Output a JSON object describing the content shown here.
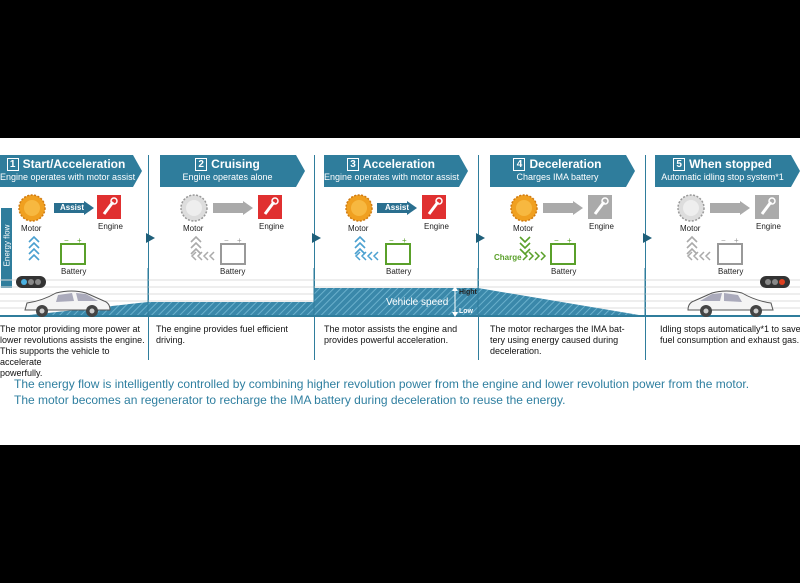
{
  "energy_flow_label": "Energy flow",
  "stages": [
    {
      "num": "1",
      "title": "Start/Acceleration",
      "subtitle": "Engine operates with motor assist",
      "desc_lines": [
        "The motor providing more power at",
        "lower revolutions assists the engine.",
        "This supports the vehicle to accelerate",
        "powerfully."
      ]
    },
    {
      "num": "2",
      "title": "Cruising",
      "subtitle": "Engine operates alone",
      "desc_lines": [
        "The engine provides fuel efficient",
        "driving."
      ]
    },
    {
      "num": "3",
      "title": "Acceleration",
      "subtitle": "Engine operates with motor assist",
      "desc_lines": [
        "The motor assists the engine and",
        "provides powerful acceleration."
      ]
    },
    {
      "num": "4",
      "title": "Deceleration",
      "subtitle": "Charges IMA battery",
      "desc_lines": [
        "The motor recharges the IMA bat-",
        "tery using energy caused during",
        "deceleration."
      ]
    },
    {
      "num": "5",
      "title": "When stopped",
      "subtitle": "Automatic idling stop system*1",
      "desc_lines": [
        "Idling stops automatically*1 to save",
        "fuel consumption and exhaust gas."
      ]
    }
  ],
  "labels": {
    "motor": "Motor",
    "engine": "Engine",
    "battery": "Battery",
    "assist": "Assist",
    "charge": "Charge"
  },
  "vehicle_speed": {
    "label": "Vehicle speed",
    "high": "Hight",
    "low": "Low"
  },
  "summary_lines": [
    "The energy flow is intelligently controlled by combining  higher revolution power from the engine and lower revolution power from the motor.",
    "The motor becomes an regenerator to recharge the IMA battery during deceleration to reuse the energy."
  ],
  "colors": {
    "header": "#2f7d9c",
    "motor_active": "#f0a020",
    "engine_active": "#e03030",
    "battery_active": "#5aa02a",
    "assist_arrow": "#2a6f8f",
    "inactive": "#aaaaaa",
    "summary_text": "#2f7fa0"
  }
}
